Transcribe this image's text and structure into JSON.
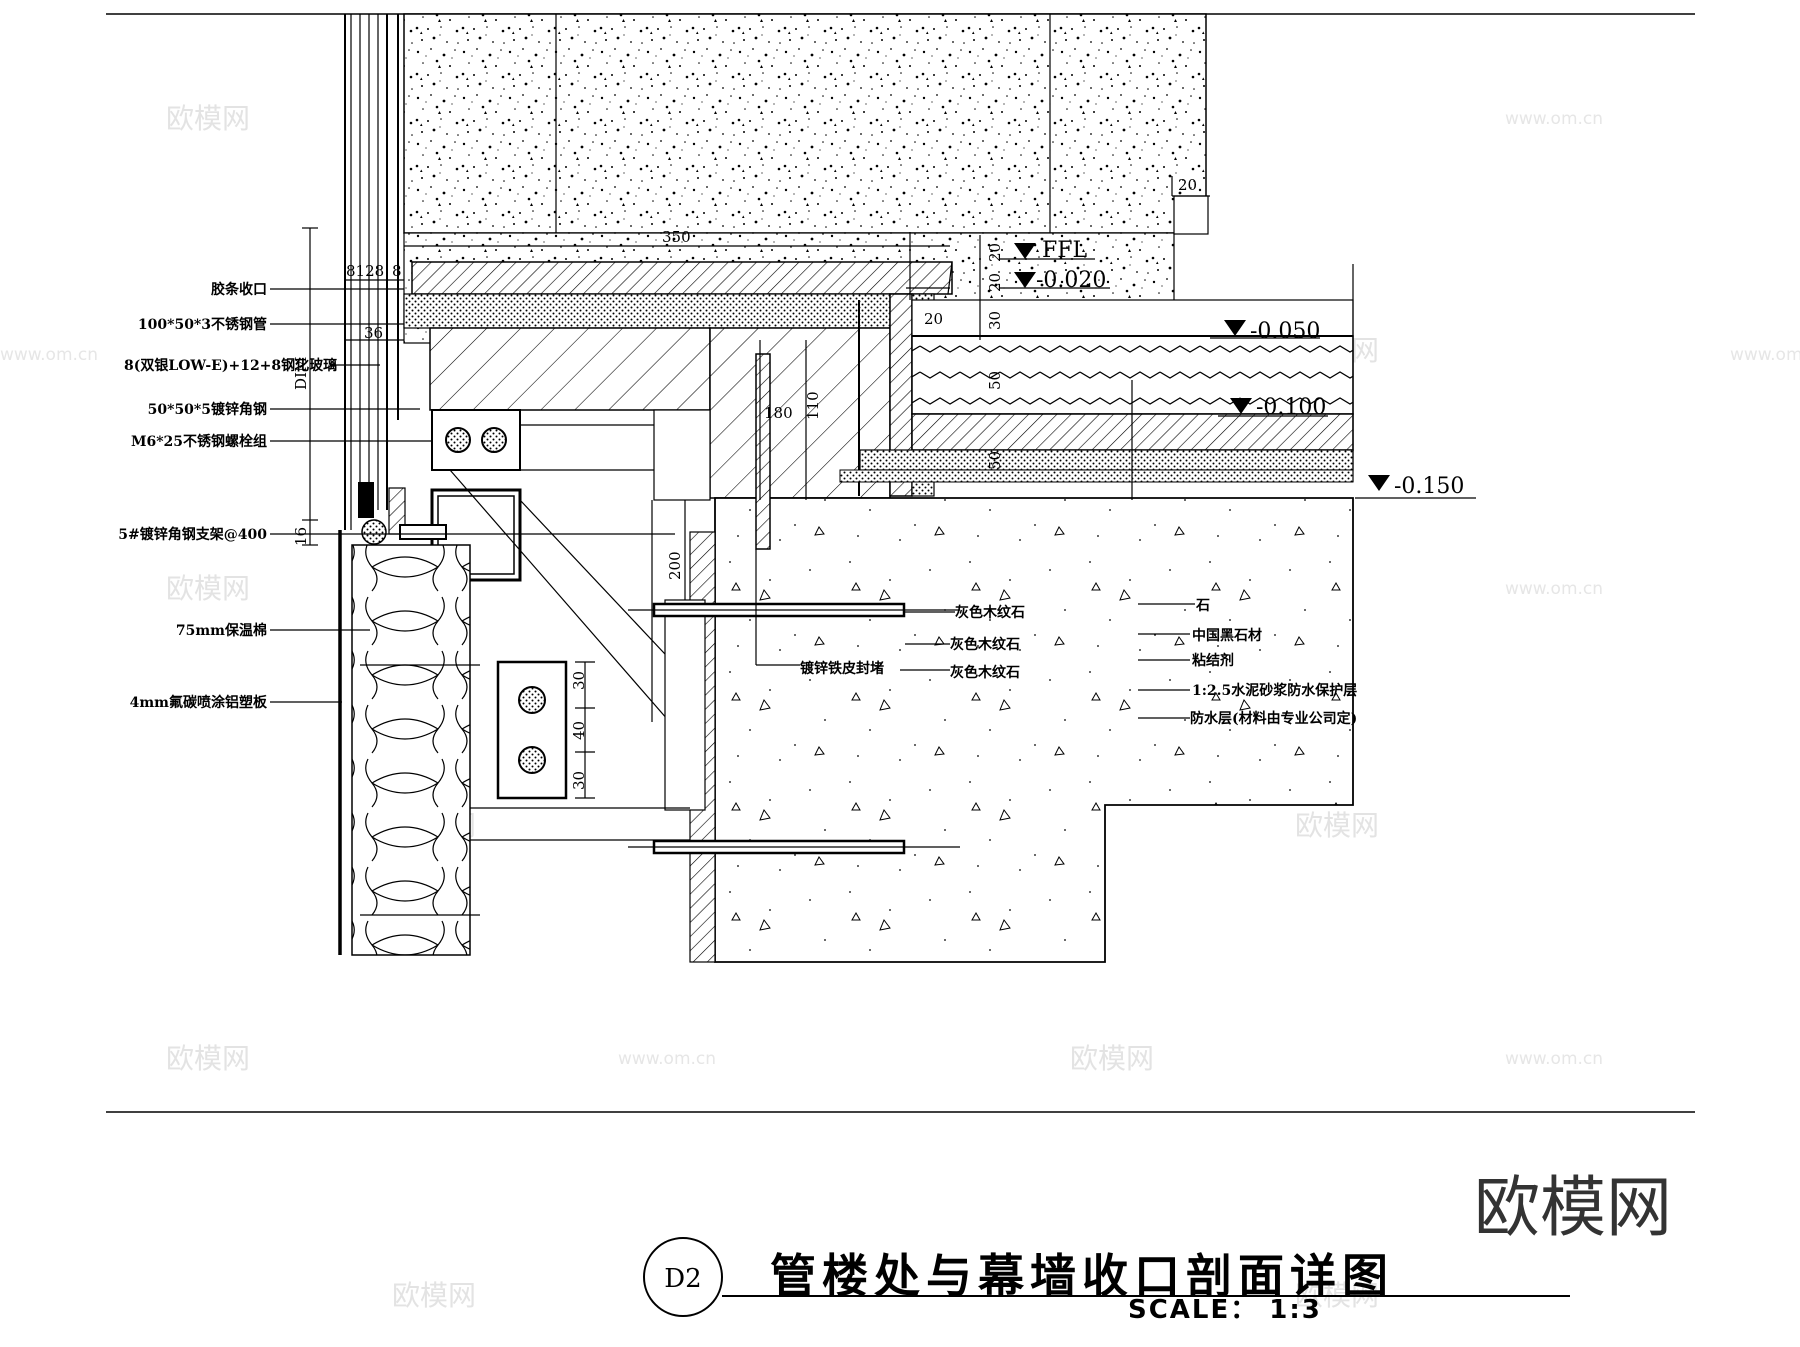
{
  "drawing": {
    "badge": "D2",
    "title": "管楼处与幕墙收口剖面详图",
    "scale_text": "SCALE：   1:3",
    "brand": "欧模网",
    "watermark_logo": "欧模网",
    "watermark_url": "www.om.cn"
  },
  "left_labels": [
    "胶条收口",
    "100*50*3不锈钢管",
    "8(双银LOW-E)+12+8钢化玻璃",
    "50*50*5镀锌角钢",
    "M6*25不锈钢螺栓组",
    "5#镀锌角钢支架@400",
    "75mm保温棉",
    "4mm氟碳喷涂铝塑板"
  ],
  "mid_labels": [
    "灰色木纹石",
    "灰色木纹石",
    "灰色木纹石",
    "镀锌铁皮封堵"
  ],
  "right_labels": [
    "石",
    "中国黑石材",
    "粘结剂",
    "1:2.5水泥砂浆防水保护层",
    "防水层(材料由专业公司定)"
  ],
  "levels": {
    "ffl": "FFL",
    "l020": "-0.020",
    "l050": "-0.050",
    "l100": "-0.100",
    "l150": "-0.150"
  },
  "dims": {
    "d350": "350",
    "d20a": "20",
    "d20b": "20",
    "d20c": "20",
    "d20d": "20",
    "d30a": "30",
    "d50a": "50",
    "d50b": "50",
    "d36": "36",
    "d812": "8128",
    "d88": "8",
    "d180": "180",
    "d110": "110",
    "d200": "200",
    "d16": "16",
    "ddim": "DIM",
    "d30b": "30",
    "d40": "40",
    "d30c": "30"
  }
}
